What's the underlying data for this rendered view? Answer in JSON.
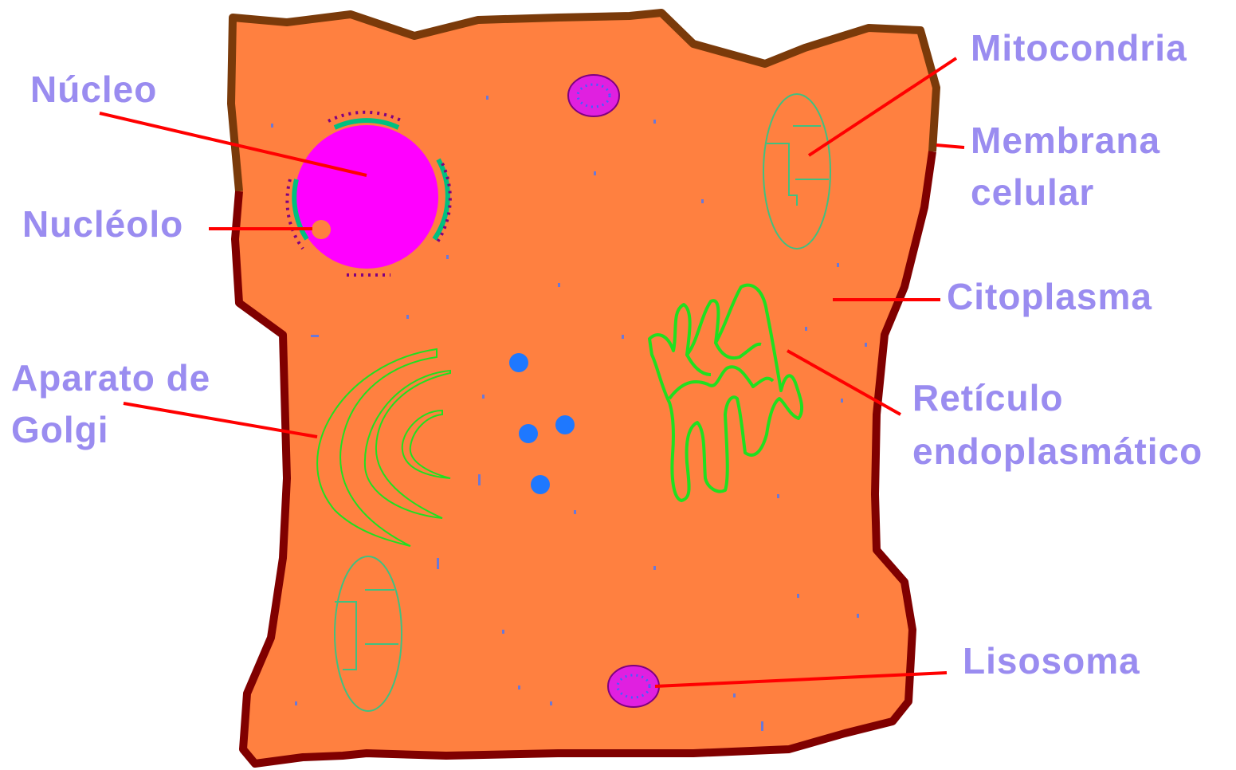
{
  "colors": {
    "cytoplasm": "#ff8040",
    "membrane_top": "#7a3a0a",
    "membrane_bottom": "#800000",
    "nucleus": "#ff00ff",
    "nuclear_envelope": "#00c080",
    "nuclear_pores": "#800080",
    "nucleolus": "#ff8040",
    "mitochondria": "#40c080",
    "golgi": "#20e020",
    "reticulum": "#20e020",
    "vesicle": "#1e78ff",
    "lysosome_fill": "#e020e0",
    "lysosome_dot": "#4060ff",
    "label_text": "#9a8cf0",
    "pointer_line": "#ff0000"
  },
  "labels": {
    "nucleo": "Núcleo",
    "nucleolo": "Nucléolo",
    "golgi_line1": "Aparato de",
    "golgi_line2": "Golgi",
    "mitocondria": "Mitocondria",
    "membrana_line1": "Membrana",
    "membrana_line2": "celular",
    "citoplasma": "Citoplasma",
    "reticulo_line1": "Retículo",
    "reticulo_line2": "endoplasmático",
    "lisosoma": "Lisosoma"
  },
  "icons": {
    "nucleus": "nucleus-icon",
    "nucleolus": "nucleolus-icon",
    "mitochondrion": "mitochondrion-icon",
    "golgi": "golgi-apparatus-icon",
    "reticulum": "endoplasmic-reticulum-icon",
    "lysosome": "lysosome-icon",
    "vesicle": "vesicle-icon"
  }
}
